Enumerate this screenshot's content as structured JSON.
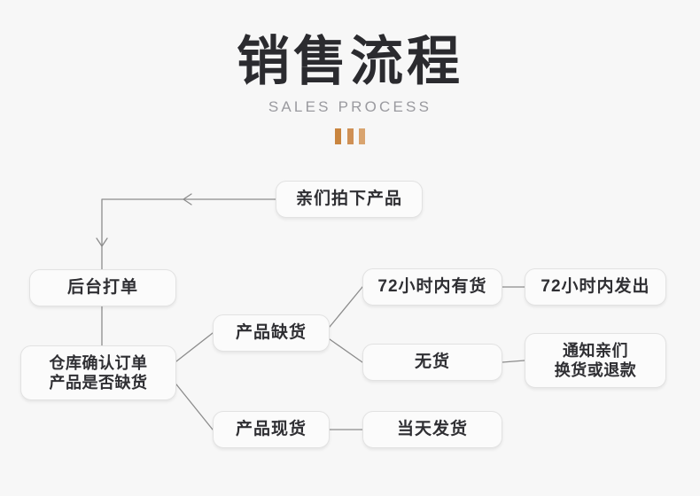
{
  "header": {
    "title_cn": "销售流程",
    "title_en": "SALES PROCESS",
    "accent_color": "#c9853f"
  },
  "palette": {
    "background": "#f7f7f7",
    "node_fill": "#fbfbfb",
    "node_border": "#e2e2e2",
    "connector": "#8c8c8c",
    "text": "#2f2f33",
    "subtitle": "#9a9a9f"
  },
  "flow": {
    "nodes": [
      {
        "id": "order",
        "label": "亲们拍下产品"
      },
      {
        "id": "print",
        "label": "后台打单"
      },
      {
        "id": "warehouse",
        "label": "仓库确认订单\n产品是否缺货"
      },
      {
        "id": "oos",
        "label": "产品缺货"
      },
      {
        "id": "instock",
        "label": "产品现货"
      },
      {
        "id": "have72",
        "label": "72小时内有货"
      },
      {
        "id": "ship72",
        "label": "72小时内发出"
      },
      {
        "id": "nostock",
        "label": "无货"
      },
      {
        "id": "notify",
        "label": "通知亲们\n换货或退款"
      },
      {
        "id": "sameday",
        "label": "当天发货"
      }
    ],
    "edges": [
      {
        "from": "order",
        "to": "print",
        "arrow": "left-then-down"
      },
      {
        "from": "print",
        "to": "warehouse",
        "arrow": "none"
      },
      {
        "from": "warehouse",
        "to": "oos",
        "arrow": "none"
      },
      {
        "from": "warehouse",
        "to": "instock",
        "arrow": "none"
      },
      {
        "from": "oos",
        "to": "have72",
        "arrow": "none"
      },
      {
        "from": "oos",
        "to": "nostock",
        "arrow": "none"
      },
      {
        "from": "have72",
        "to": "ship72",
        "arrow": "none"
      },
      {
        "from": "nostock",
        "to": "notify",
        "arrow": "none"
      },
      {
        "from": "instock",
        "to": "sameday",
        "arrow": "none"
      }
    ]
  }
}
